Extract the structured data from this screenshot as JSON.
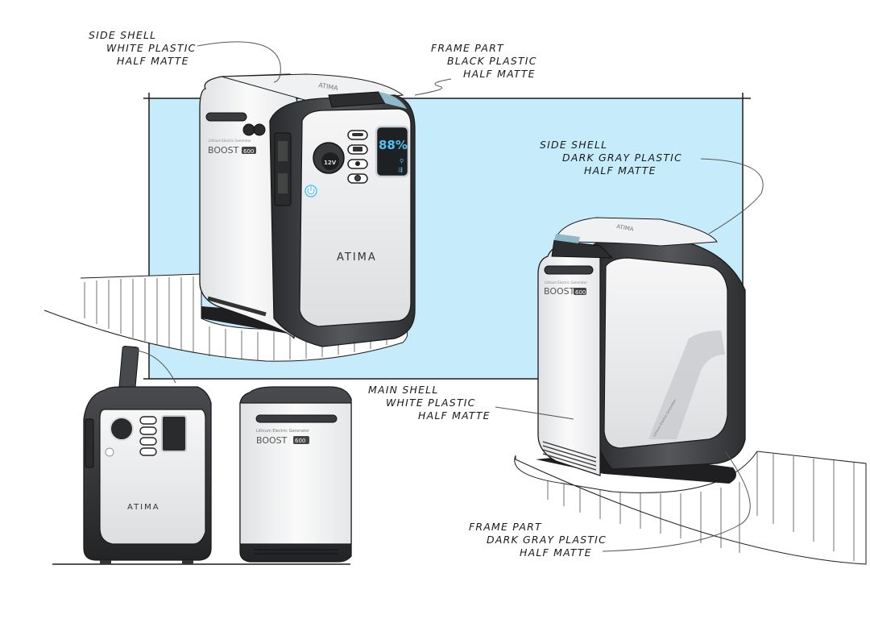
{
  "brand": {
    "logo": "ATIMA",
    "product_line": "BOOST",
    "model": "600",
    "subtitle": "Lithium Electric Generator"
  },
  "device_display": {
    "battery_percent": "88%",
    "wifi_icon": "wifi-icon",
    "usb_icon": "usb-icon",
    "display_color": "#4fc3f7"
  },
  "ports": {
    "car_socket_label": "12V",
    "power_button_icon": "power-icon"
  },
  "colors": {
    "backdrop": "#c6ecfb",
    "shell_white": "#f2f3f4",
    "frame_dark": "#3c3d40",
    "outline": "#1b1b1b",
    "accent_blue": "#4fc3f7"
  },
  "annotations": [
    {
      "id": "side-shell-white",
      "lines": [
        "SIDE SHELL",
        "WHITE PLASTIC",
        "HALF MATTE"
      ]
    },
    {
      "id": "frame-part-black",
      "lines": [
        "FRAME PART",
        "BLACK PLASTIC",
        "HALF MATTE"
      ]
    },
    {
      "id": "side-shell-dark-gray",
      "lines": [
        "SIDE SHELL",
        "DARK GRAY PLASTIC",
        "HALF MATTE"
      ]
    },
    {
      "id": "main-shell-white",
      "lines": [
        "MAIN SHELL",
        "WHITE PLASTIC",
        "HALF MATTE"
      ]
    },
    {
      "id": "frame-part-dark-gray",
      "lines": [
        "FRAME PART",
        "DARK GRAY PLASTIC",
        "HALF MATTE"
      ]
    }
  ]
}
